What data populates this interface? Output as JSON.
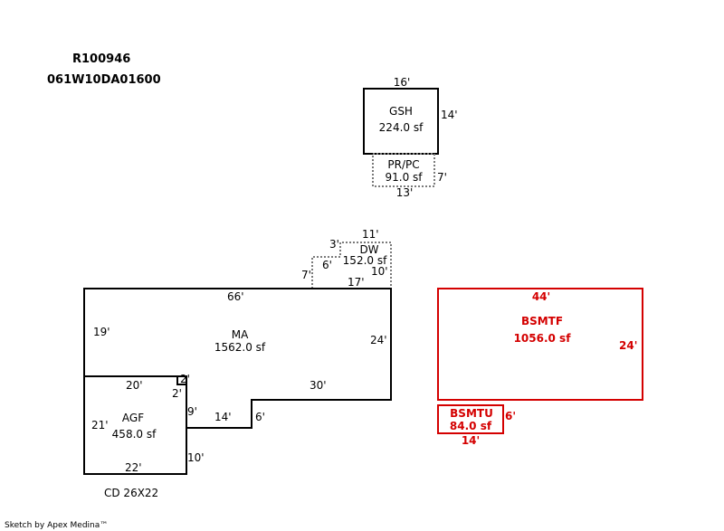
{
  "header": {
    "record_id": "R100946",
    "parcel": "061W10DA01600"
  },
  "areas": {
    "gsh": {
      "code": "GSH",
      "area": "224.0 sf",
      "dims": [
        "16'",
        "14'"
      ]
    },
    "prpc": {
      "code": "PR/PC",
      "area": "91.0 sf",
      "dims": [
        "7'",
        "13'"
      ]
    },
    "dw": {
      "code": "DW",
      "area": "152.0 sf",
      "dims": [
        "11'",
        "3'",
        "6'",
        "7'",
        "10'",
        "17'"
      ]
    },
    "ma": {
      "code": "MA",
      "area": "1562.0 sf",
      "dims": [
        "66'",
        "19'",
        "24'",
        "30'",
        "6'",
        "14'",
        "9'",
        "2'",
        "2'",
        "20'"
      ]
    },
    "agf": {
      "code": "AGF",
      "area": "458.0 sf",
      "dims": [
        "21'",
        "22'",
        "10'"
      ]
    },
    "bsmtf": {
      "code": "BSMTF",
      "area": "1056.0 sf",
      "dims": [
        "44'",
        "24'"
      ]
    },
    "bsmtu": {
      "code": "BSMTU",
      "area": "84.0 sf",
      "dims": [
        "6'",
        "14'"
      ]
    }
  },
  "notes": {
    "cd": "CD 26X22",
    "credit": "Sketch by Apex Medina™"
  },
  "colors": {
    "line": "#000000",
    "dotted": "#7a7a7a",
    "basement": "#d40000"
  }
}
